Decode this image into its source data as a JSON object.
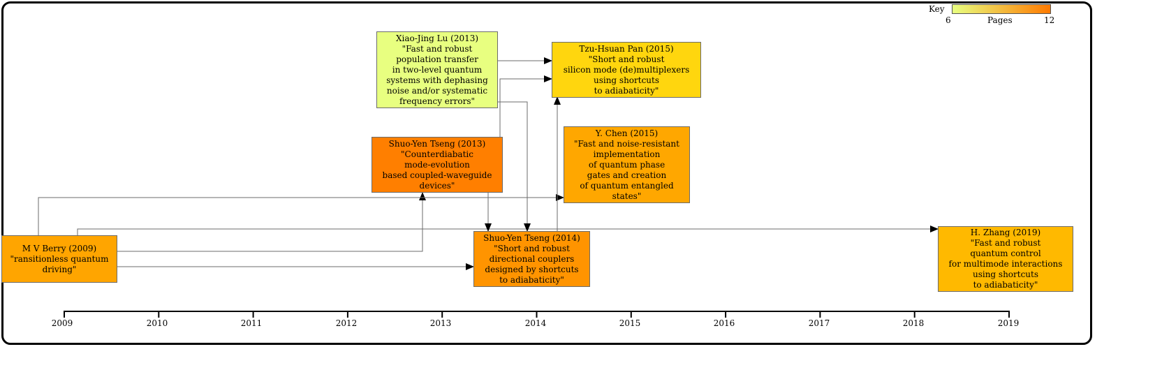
{
  "key": {
    "title": "Key",
    "min_label": "6",
    "max_label": "12",
    "scale_label": "Pages",
    "color_low": "#e8ff80",
    "color_high": "#ff7a00"
  },
  "axis": {
    "years": [
      "2009",
      "2010",
      "2011",
      "2012",
      "2013",
      "2014",
      "2015",
      "2016",
      "2017",
      "2018",
      "2019"
    ]
  },
  "nodes": [
    {
      "id": "berry2009",
      "author": "M V Berry (2009)",
      "lines": [
        "\"ransitionless quantum",
        "driving\""
      ],
      "pages": 10,
      "color": "#ffa500"
    },
    {
      "id": "lu2013",
      "author": "Xiao-Jing Lu (2013)",
      "lines": [
        "\"Fast and robust",
        "population transfer",
        "in two-level quantum",
        "systems with dephasing",
        "noise and/or systematic",
        "frequency errors\""
      ],
      "pages": 6,
      "color": "#e8ff80"
    },
    {
      "id": "tseng2013",
      "author": "Shuo-Yen Tseng (2013)",
      "lines": [
        "\"Counterdiabatic",
        "mode-evolution",
        "based coupled-waveguide",
        "devices\""
      ],
      "pages": 12,
      "color": "#ff7f00"
    },
    {
      "id": "tseng2014",
      "author": "Shuo-Yen Tseng (2014)",
      "lines": [
        "\"Short and robust",
        "directional couplers",
        "designed by shortcuts",
        "to adiabaticity\""
      ],
      "pages": 11,
      "color": "#ff9400"
    },
    {
      "id": "pan2015",
      "author": "Tzu-Hsuan Pan (2015)",
      "lines": [
        "\"Short and robust",
        "silicon mode (de)multiplexers",
        "using shortcuts",
        "to adiabaticity\""
      ],
      "pages": 8,
      "color": "#ffd60e"
    },
    {
      "id": "chen2015",
      "author": "Y. Chen (2015)",
      "lines": [
        "\"Fast and noise-resistant",
        "implementation",
        "of quantum phase",
        "gates and creation",
        "of quantum entangled",
        "states\""
      ],
      "pages": 10,
      "color": "#ffa700"
    },
    {
      "id": "zhang2019",
      "author": "H. Zhang (2019)",
      "lines": [
        "\"Fast and robust",
        "quantum control",
        "for multimode interactions",
        "using shortcuts",
        "to adiabaticity\""
      ],
      "pages": 9,
      "color": "#ffb900"
    }
  ],
  "edges": [
    {
      "from": "berry2009",
      "to": "tseng2013"
    },
    {
      "from": "berry2009",
      "to": "tseng2014"
    },
    {
      "from": "berry2009",
      "to": "chen2015"
    },
    {
      "from": "berry2009",
      "to": "zhang2019"
    },
    {
      "from": "lu2013",
      "to": "pan2015"
    },
    {
      "from": "lu2013",
      "to": "tseng2014"
    },
    {
      "from": "tseng2013",
      "to": "tseng2014"
    },
    {
      "from": "tseng2013",
      "to": "pan2015"
    },
    {
      "from": "tseng2014",
      "to": "pan2015"
    }
  ]
}
